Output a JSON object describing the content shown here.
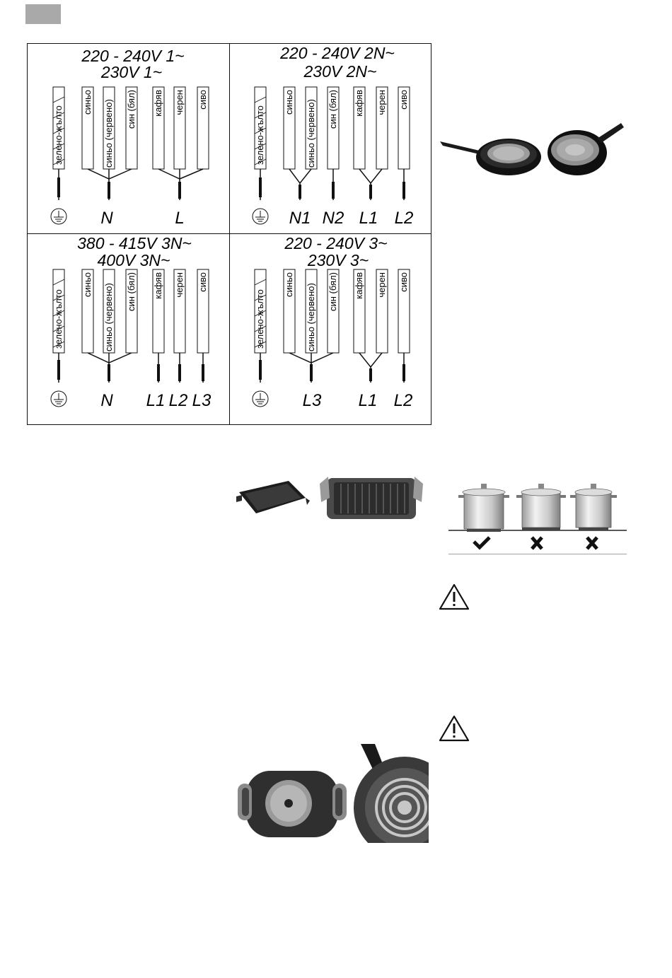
{
  "colors": {
    "tab": "#a9a9a9",
    "line": "#111111",
    "pan_body": "#1c1c1c",
    "pan_base": "#9a9a9a",
    "pot_steel": "#d8d8d8"
  },
  "wiring": {
    "quadrants": [
      {
        "title1": "220 - 240V 1~",
        "title2": "230V 1~",
        "wires": [
          "зелено-жълто",
          "синьо",
          "синьо (червено)",
          "син (бял)",
          "кафяв",
          "черен",
          "сиво"
        ],
        "terminals": [
          "N",
          "L"
        ]
      },
      {
        "title1": "220 - 240V 2N~",
        "title2": "230V 2N~",
        "wires": [
          "зелено-жълто",
          "синьо",
          "синьо (червено)",
          "син (бял)",
          "кафяв",
          "черен",
          "сиво"
        ],
        "terminals": [
          "N1",
          "N2",
          "L1",
          "L2"
        ]
      },
      {
        "title1": "380 - 415V 3N~",
        "title2": "400V 3N~",
        "wires": [
          "зелено-жълто",
          "синьо",
          "синьо (червено)",
          "син (бял)",
          "кафяв",
          "черен",
          "сиво"
        ],
        "terminals": [
          "N",
          "L1",
          "L2",
          "L3"
        ]
      },
      {
        "title1": "220 - 240V 3~",
        "title2": "230V 3~",
        "wires": [
          "зелено-жълто",
          "синьо",
          "синьо (червено)",
          "син (бял)",
          "кафяв",
          "черен",
          "сиво"
        ],
        "terminals": [
          "L3",
          "L1",
          "L2"
        ]
      }
    ]
  },
  "icons": {
    "earth": "earth-ground-icon",
    "warning": "warning-triangle-icon",
    "check": "check-icon",
    "cross": "cross-icon"
  },
  "figures": {
    "pans": "frying-pans-photo",
    "roaster_grill": "roaster-and-grill-photo",
    "pots": "pot-placement-illustration",
    "griddle_base": "griddle-and-pan-base-photo"
  }
}
